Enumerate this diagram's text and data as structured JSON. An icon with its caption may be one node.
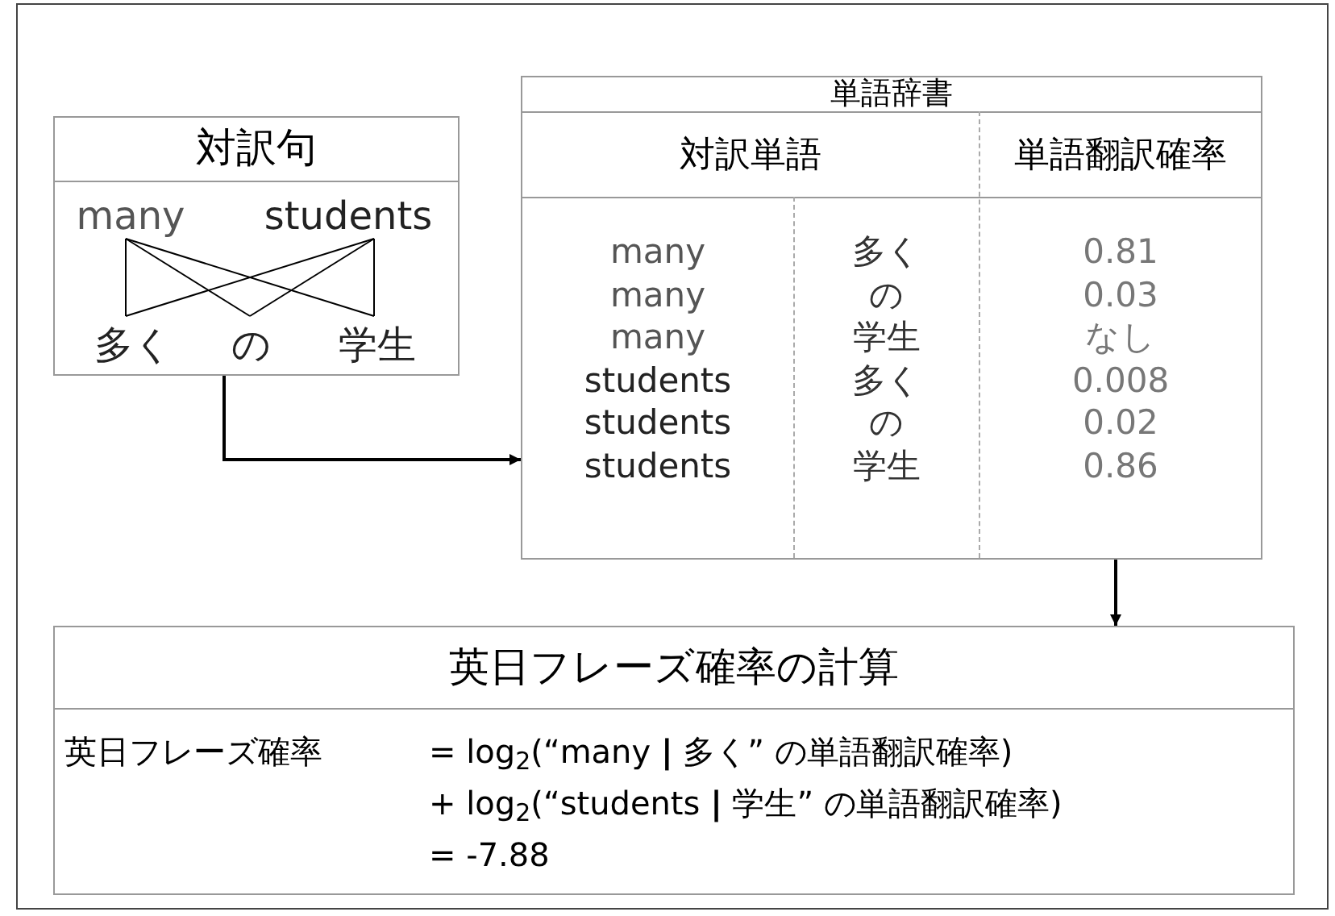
{
  "diagram": {
    "nodes": [
      {
        "text": [
          "対訳句"
        ]
      },
      {
        "text": [
          "many"
        ],
        "in": 0
      },
      {
        "text": [
          "students"
        ],
        "in": 0
      },
      {
        "text": [
          "多く"
        ],
        "in": 0
      },
      {
        "text": [
          "の"
        ],
        "in": 0
      },
      {
        "text": [
          "学生"
        ],
        "in": 0
      },
      {
        "text": [
          "単語辞書"
        ]
      },
      {
        "text": [
          "英日フレーズ確率の計算",
          "英日フレーズ確率",
          "= log$_{2}$(“many **|** 多く” の単語翻訳確率)",
          "+ log$_{2}$(“students **|** 学生” の単語翻訳確率)",
          "= -7.88"
        ]
      }
    ],
    "edges": [
      {
        "from": 1,
        "to": 3,
        "arrow": "none"
      },
      {
        "from": 1,
        "to": 4,
        "arrow": "none"
      },
      {
        "from": 1,
        "to": 5,
        "arrow": "none"
      },
      {
        "from": 2,
        "to": 3,
        "arrow": "none"
      },
      {
        "from": 2,
        "to": 4,
        "arrow": "none"
      },
      {
        "from": 2,
        "to": 5,
        "arrow": "none"
      },
      {
        "from": 0,
        "to": 6,
        "arrow": "to"
      },
      {
        "from": 6,
        "to": 7,
        "arrow": "to"
      }
    ],
    "labels": [
      "対訳単語",
      "単語翻訳確率",
      "many",
      "多く",
      "0.81",
      "many",
      "の",
      "0.03",
      "many",
      "学生",
      "なし",
      "students",
      "多く",
      "0.008",
      "students",
      "の",
      "0.02",
      "students",
      "学生",
      "0.86"
    ]
  }
}
